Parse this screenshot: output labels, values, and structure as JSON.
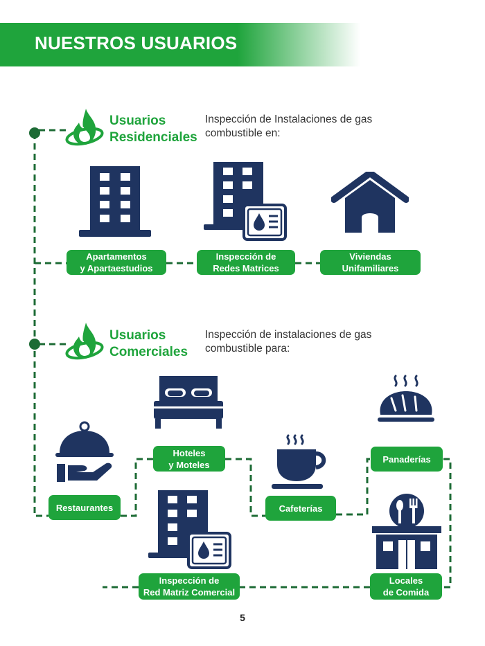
{
  "header": {
    "title": "NUESTROS USUARIOS"
  },
  "residential": {
    "title_line1": "Usuarios",
    "title_line2": "Residenciales",
    "desc_line1": "Inspección de Instalaciones de gas",
    "desc_line2": "combustible en:",
    "items": [
      {
        "line1": "Apartamentos",
        "line2": "y Apartaestudios",
        "icon": "apartment-building-icon"
      },
      {
        "line1": "Inspección de",
        "line2": "Redes Matrices",
        "icon": "building-meter-icon"
      },
      {
        "line1": "Viviendas",
        "line2": "Unifamiliares",
        "icon": "house-icon"
      }
    ]
  },
  "commercial": {
    "title_line1": "Usuarios",
    "title_line2": "Comerciales",
    "desc_line1": "Inspección de instalaciones de gas",
    "desc_line2": "combustible para:",
    "items": {
      "restaurants": {
        "line1": "Restaurantes",
        "icon": "serving-cloche-icon"
      },
      "hotels": {
        "line1": "Hoteles",
        "line2": "y Moteles",
        "icon": "bed-icon"
      },
      "cafes": {
        "line1": "Cafeterías",
        "icon": "coffee-cup-icon"
      },
      "bakeries": {
        "line1": "Panaderías",
        "icon": "bread-icon"
      },
      "network": {
        "line1": "Inspección de",
        "line2": "Red Matriz Comercial",
        "icon": "building-meter-icon"
      },
      "food": {
        "line1": "Locales",
        "line2": "de Comida",
        "icon": "food-store-icon"
      }
    }
  },
  "colors": {
    "green": "#1fa43c",
    "dark_green": "#1d6b35",
    "navy": "#1f3460"
  },
  "page_number": "5"
}
